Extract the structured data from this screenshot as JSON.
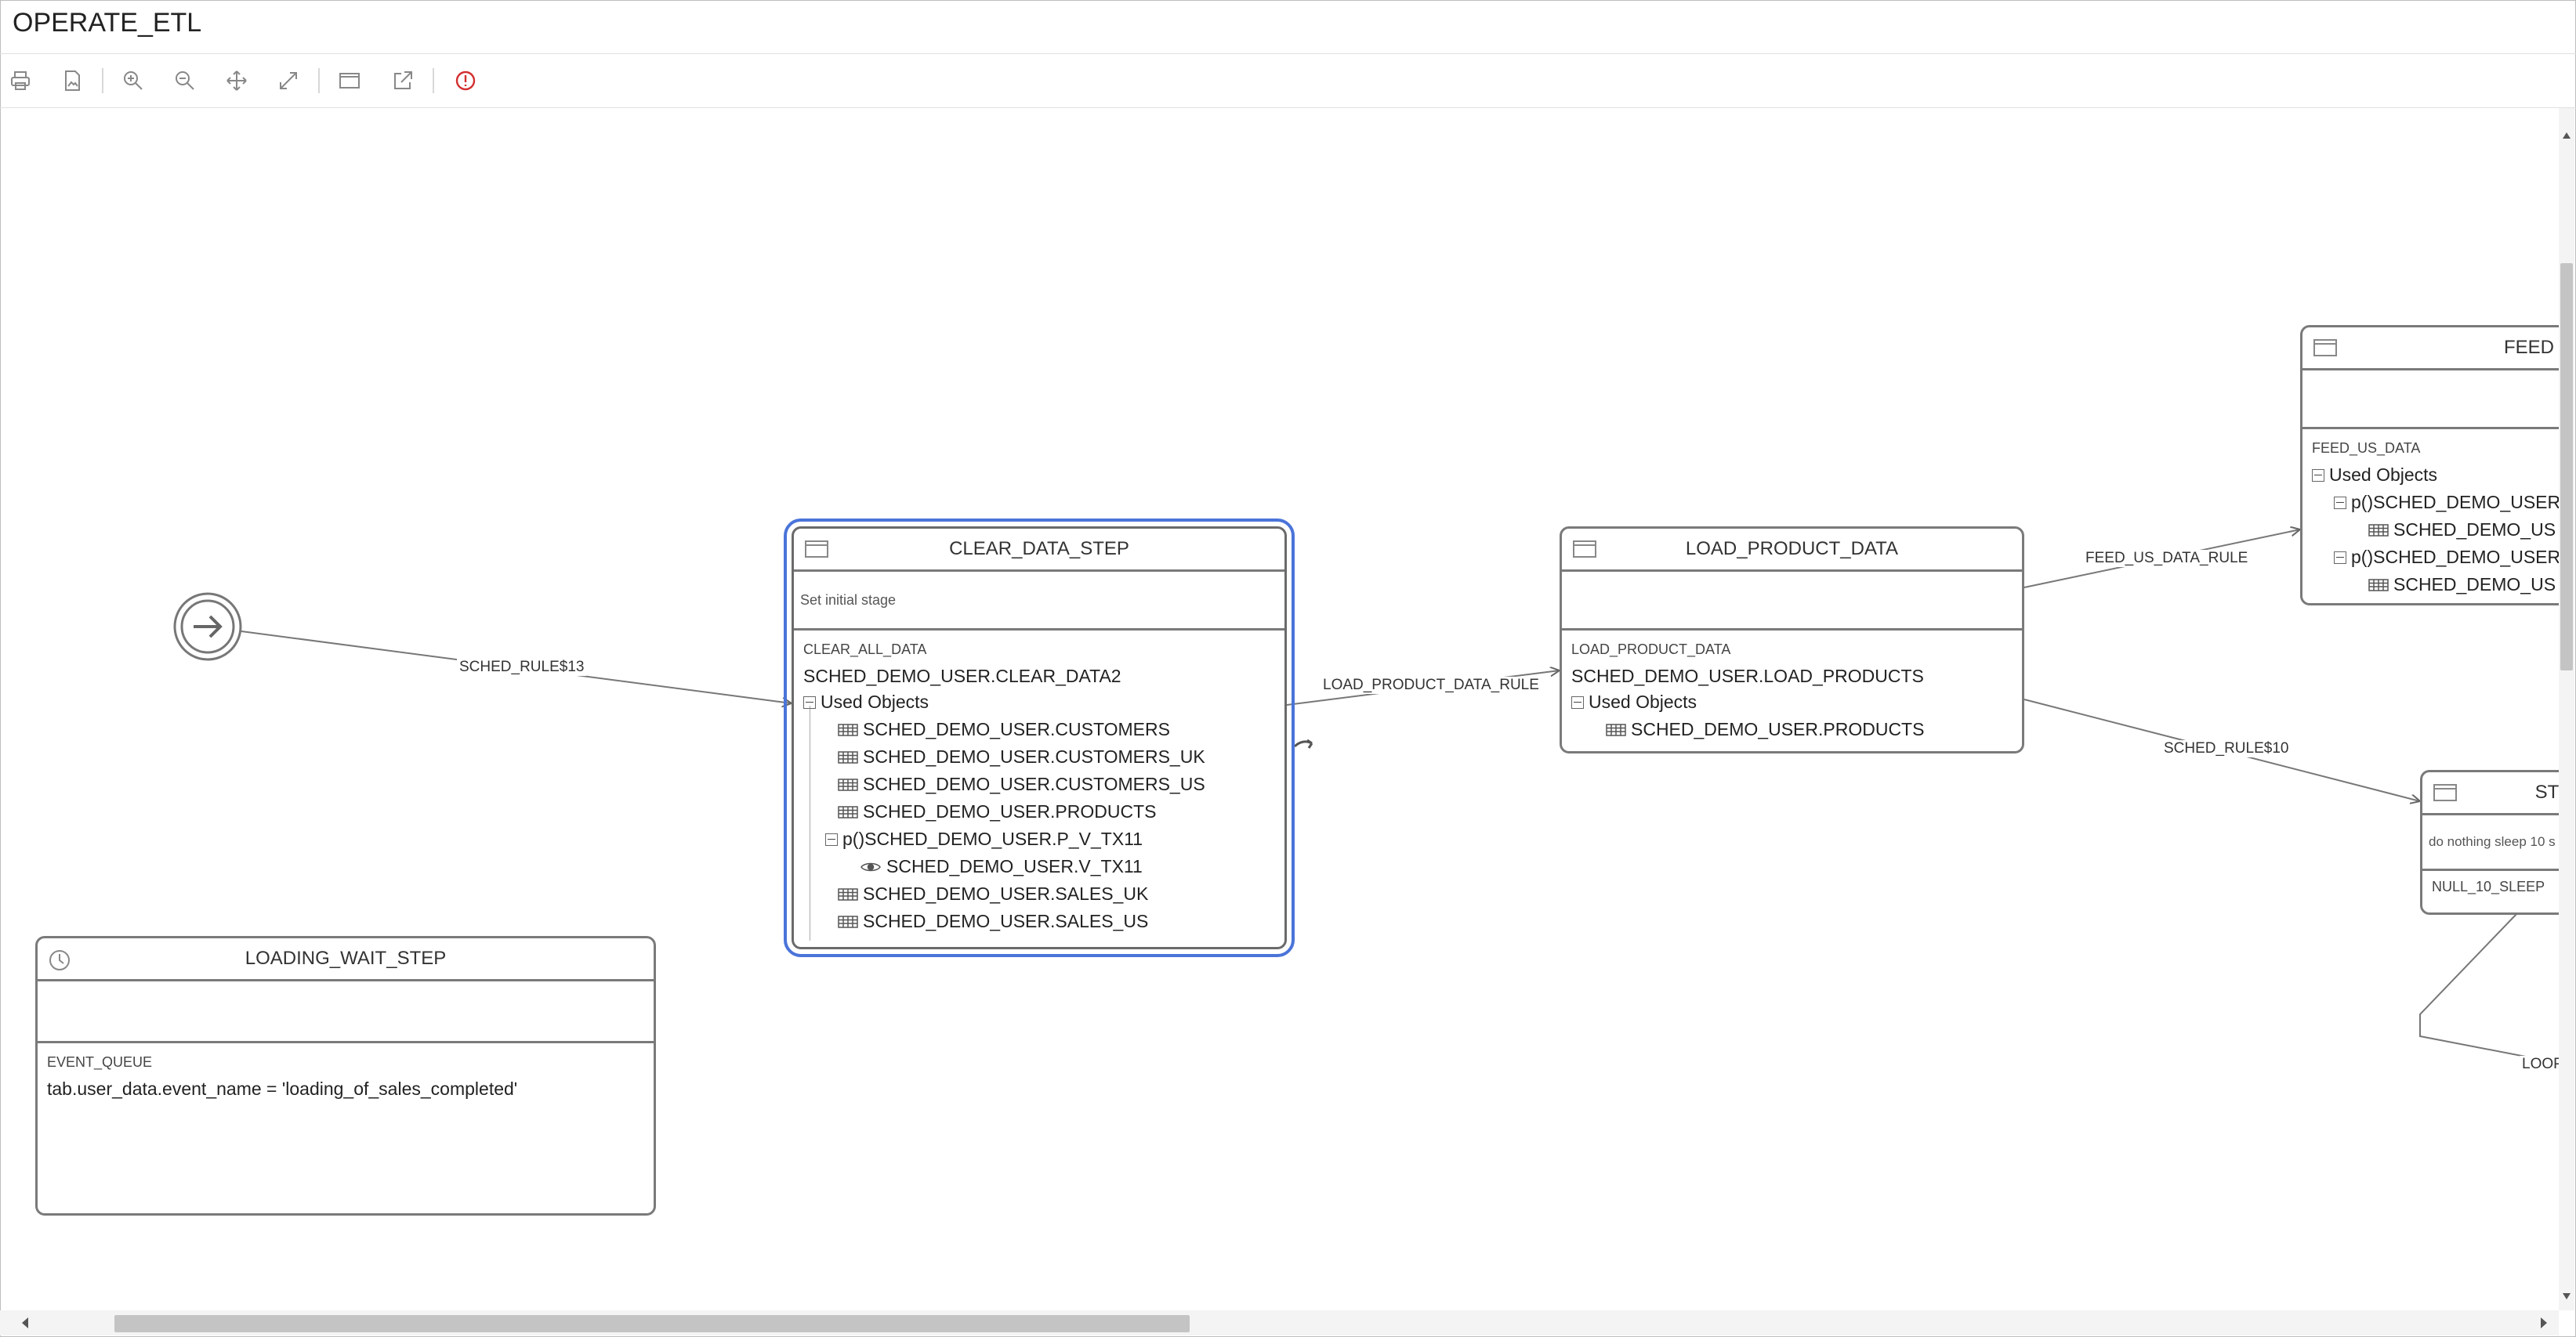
{
  "window": {
    "title": "OPERATE_ETL"
  },
  "toolbar": {
    "buttons": [
      {
        "name": "print"
      },
      {
        "name": "export-image"
      },
      {
        "name": "zoom-in"
      },
      {
        "name": "zoom-out"
      },
      {
        "name": "fit-move"
      },
      {
        "name": "fullscreen"
      },
      {
        "name": "panel"
      },
      {
        "name": "open-external"
      },
      {
        "name": "error-info"
      }
    ],
    "error_color": "#d32f2f"
  },
  "edges": {
    "sched_rule13": "SCHED_RULE$13",
    "load_product_data_rule": "LOAD_PRODUCT_DATA_RULE",
    "feed_us_data_rule": "FEED_US_DATA_RULE",
    "sched_rule10": "SCHED_RULE$10",
    "loop": "LOOP"
  },
  "nodes": {
    "clear_data_step": {
      "title": "CLEAR_DATA_STEP",
      "description": "Set initial stage",
      "sub": "CLEAR_ALL_DATA",
      "main": "SCHED_DEMO_USER.CLEAR_DATA2",
      "used_objects_label": "Used Objects",
      "objects": [
        "SCHED_DEMO_USER.CUSTOMERS",
        "SCHED_DEMO_USER.CUSTOMERS_UK",
        "SCHED_DEMO_USER.CUSTOMERS_US",
        "SCHED_DEMO_USER.PRODUCTS"
      ],
      "proc_prefix": "p()",
      "proc": "SCHED_DEMO_USER.P_V_TX11",
      "view": "SCHED_DEMO_USER.V_TX11",
      "objects2": [
        "SCHED_DEMO_USER.SALES_UK",
        "SCHED_DEMO_USER.SALES_US"
      ]
    },
    "load_product_data": {
      "title": "LOAD_PRODUCT_DATA",
      "sub": "LOAD_PRODUCT_DATA",
      "main": "SCHED_DEMO_USER.LOAD_PRODUCTS",
      "used_objects_label": "Used Objects",
      "object": "SCHED_DEMO_USER.PRODUCTS"
    },
    "feed": {
      "title": "FEED",
      "sub": "FEED_US_DATA",
      "used_objects_label": "Used Objects",
      "proc_prefix": "p()",
      "proc1": "SCHED_DEMO_USER",
      "obj1": "SCHED_DEMO_US",
      "proc2": "SCHED_DEMO_USER",
      "obj2": "SCHED_DEMO_US"
    },
    "step": {
      "title": "STEI",
      "description": "do nothing sleep 10 s",
      "sub": "NULL_10_SLEEP"
    },
    "loading_wait_step": {
      "title": "LOADING_WAIT_STEP",
      "sub": "EVENT_QUEUE",
      "main": "tab.user_data.event_name = 'loading_of_sales_completed'"
    }
  },
  "colors": {
    "selection": "#4a74d9",
    "node_border": "#7a7a7a"
  }
}
